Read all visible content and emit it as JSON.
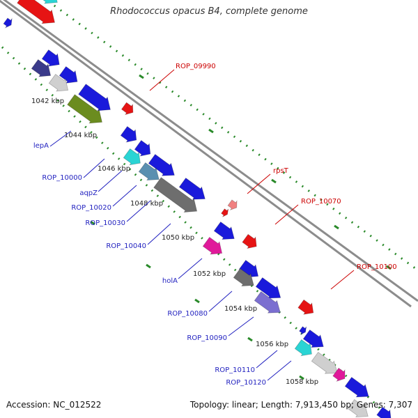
{
  "title": "Rhodococcus opacus B4, complete genome",
  "footer": {
    "accession": "Accession: NC_012522",
    "topology": "Topology: linear; Length: 7,913,450 bp; Genes: 7,307"
  },
  "colors": {
    "backbone": "#8c8c8c",
    "label_forward": "#cc0000",
    "label_reverse": "#1f1fbf",
    "axis_dots": "#2a8a2a",
    "gene_blue": "#1a1adb",
    "gene_red": "#e61414",
    "gene_cyan": "#2ad4d4",
    "gene_gray": "#6e6e6e",
    "gene_silver": "#cfcfcf",
    "gene_navy": "#3a3a8a",
    "gene_olive": "#6b8c1f",
    "gene_purple": "#7b6fd0",
    "gene_magenta": "#e0199a",
    "gene_pink": "#f08080"
  },
  "ruler_labels": [
    "1042 kbp",
    "1044 kbp",
    "1046 kbp",
    "1048 kbp",
    "1050 kbp",
    "1052 kbp",
    "1054 kbp",
    "1056 kbp",
    "1058 kbp"
  ],
  "gene_labels_forward": [
    "ROP_09990",
    "rpsT",
    "ROP_10070",
    "ROP_10100"
  ],
  "gene_labels_reverse": [
    "lepA",
    "ROP_10000",
    "aqpZ",
    "ROP_10020",
    "ROP_10030",
    "ROP_10040",
    "holA",
    "ROP_10080",
    "ROP_10090",
    "ROP_10110",
    "ROP_10120"
  ]
}
